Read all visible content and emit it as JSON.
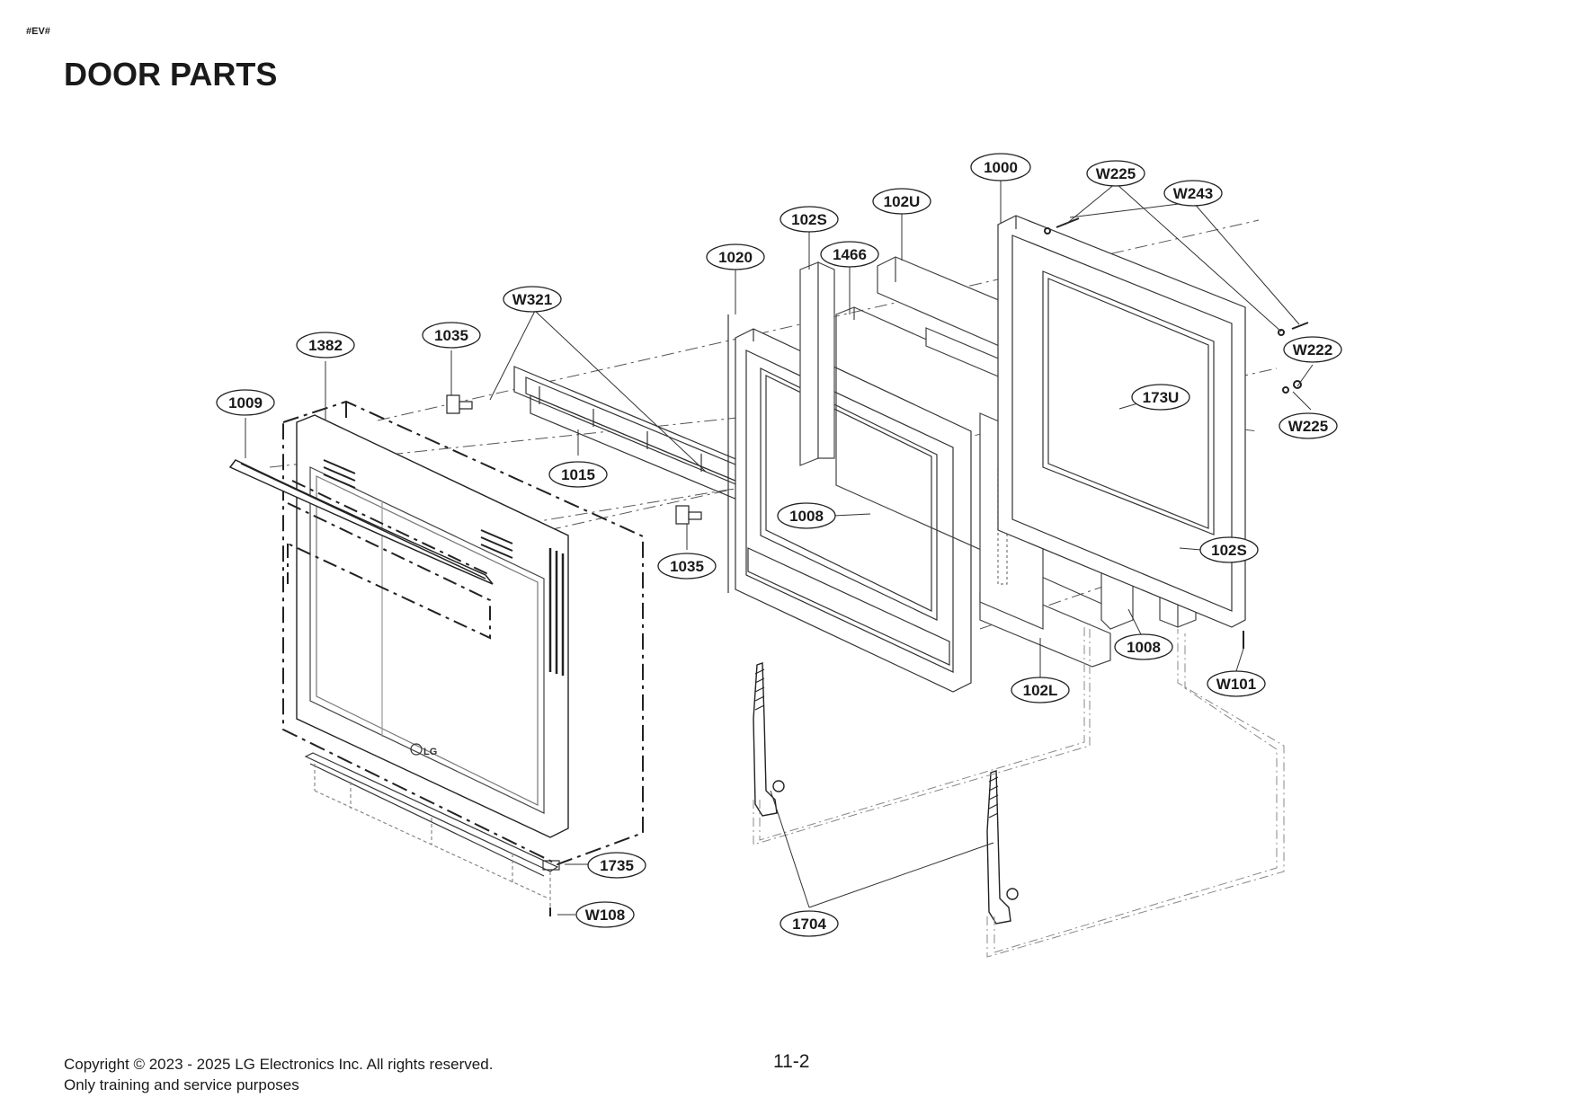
{
  "header": {
    "tag": "#EV#",
    "title": "DOOR PARTS"
  },
  "footer": {
    "copyright_line1": "Copyright © 2023 - 2025 LG Electronics Inc. All rights reserved.",
    "copyright_line2": "Only training and service purposes",
    "page_number": "11-2"
  },
  "diagram": {
    "brand_mark": "LG",
    "part_labels": [
      "1000",
      "W225",
      "W243",
      "102U",
      "102S",
      "1466",
      "1020",
      "W321",
      "1035",
      "1382",
      "1009",
      "1015",
      "1035",
      "1008",
      "W222",
      "173U",
      "W225",
      "102S",
      "1008",
      "102L",
      "W101",
      "1735",
      "W108",
      "1704"
    ]
  }
}
